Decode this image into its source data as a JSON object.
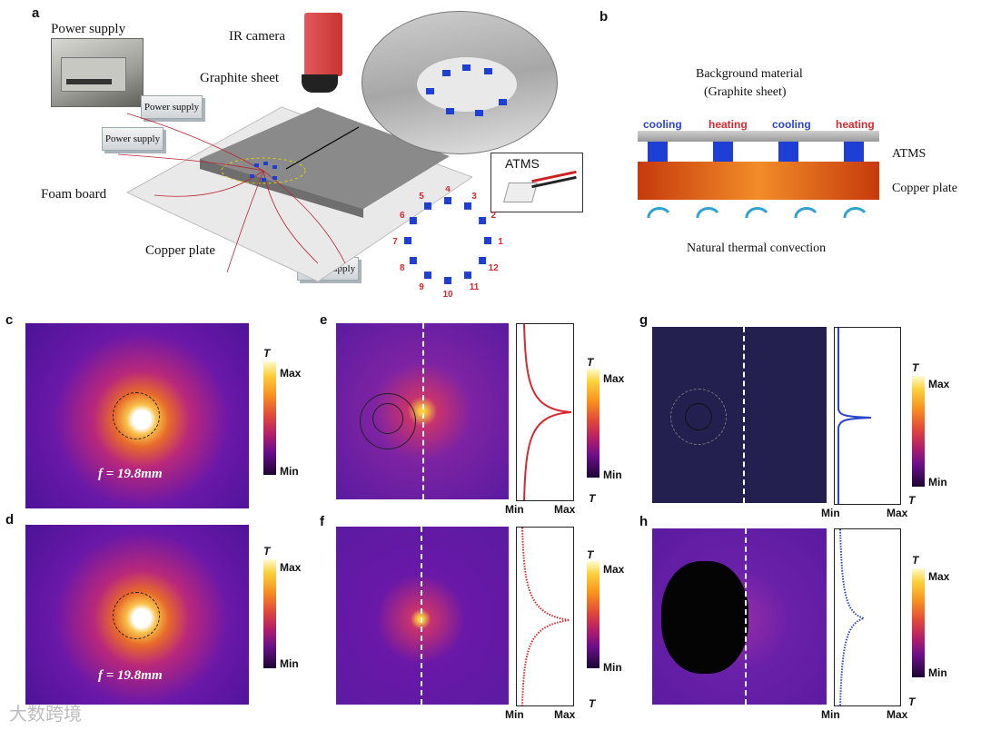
{
  "panel_labels": {
    "a": "a",
    "b": "b",
    "c": "c",
    "d": "d",
    "e": "e",
    "f": "f",
    "g": "g",
    "h": "h"
  },
  "panel_a": {
    "power_supply_title": "Power supply",
    "power_supply_box1": "Power supply",
    "power_supply_box2": "Power supply",
    "power_supply_box3": "Power supply",
    "ir_camera": "IR camera",
    "graphite_sheet": "Graphite sheet",
    "foam_board": "Foam board",
    "copper_plate": "Copper plate",
    "atms": "ATMS",
    "module_numbers": [
      "1",
      "2",
      "3",
      "4",
      "5",
      "6",
      "7",
      "8",
      "9",
      "10",
      "11",
      "12"
    ]
  },
  "panel_b": {
    "background_material_line1": "Background material",
    "background_material_line2": "(Graphite sheet)",
    "cooling": "cooling",
    "heating": "heating",
    "atms": "ATMS",
    "copper_plate": "Copper plate",
    "convection": "Natural thermal convection"
  },
  "focal_label": "f = 19.8mm",
  "colorbar": {
    "symbol": "T",
    "max": "Max",
    "min": "Min"
  },
  "profile_axis": {
    "min": "Min",
    "max": "Max",
    "symbol": "T"
  },
  "watermark": "大数跨境",
  "colors": {
    "accent_red": "#d7282f",
    "accent_blue": "#2b45c8",
    "module_blue": "#1d3fd6",
    "copper": "#e8561c"
  }
}
